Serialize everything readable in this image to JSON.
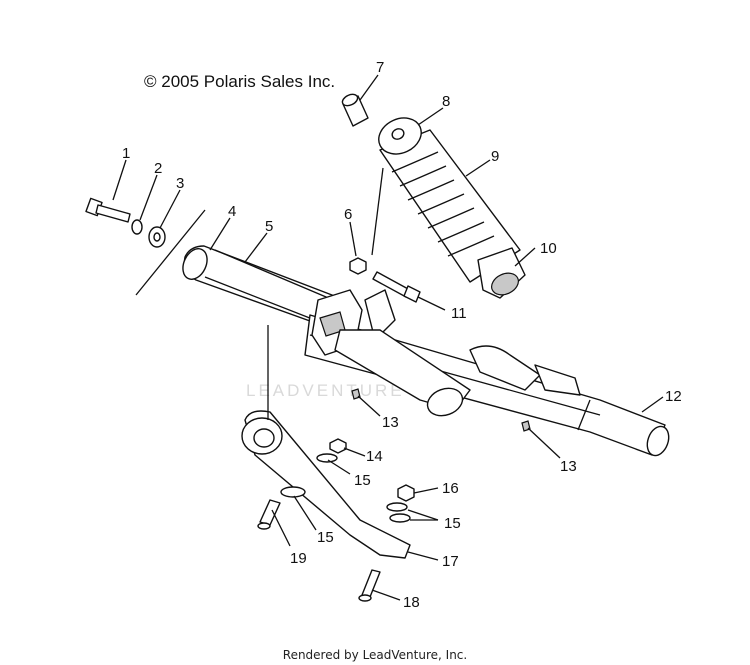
{
  "copyright": "© 2005 Polaris Sales Inc.",
  "watermark": "LEADVENTURE",
  "footer": "Rendered by LeadVenture, Inc.",
  "callouts": [
    {
      "id": "1",
      "label": "1"
    },
    {
      "id": "2",
      "label": "2"
    },
    {
      "id": "3",
      "label": "3"
    },
    {
      "id": "4",
      "label": "4"
    },
    {
      "id": "5",
      "label": "5"
    },
    {
      "id": "6",
      "label": "6"
    },
    {
      "id": "7",
      "label": "7"
    },
    {
      "id": "8",
      "label": "8"
    },
    {
      "id": "9",
      "label": "9"
    },
    {
      "id": "10",
      "label": "10"
    },
    {
      "id": "11",
      "label": "11"
    },
    {
      "id": "12",
      "label": "12"
    },
    {
      "id": "13a",
      "label": "13"
    },
    {
      "id": "13b",
      "label": "13"
    },
    {
      "id": "14",
      "label": "14"
    },
    {
      "id": "15a",
      "label": "15"
    },
    {
      "id": "15b",
      "label": "15"
    },
    {
      "id": "15c",
      "label": "15"
    },
    {
      "id": "16",
      "label": "16"
    },
    {
      "id": "17",
      "label": "17"
    },
    {
      "id": "18",
      "label": "18"
    },
    {
      "id": "19",
      "label": "19"
    }
  ]
}
